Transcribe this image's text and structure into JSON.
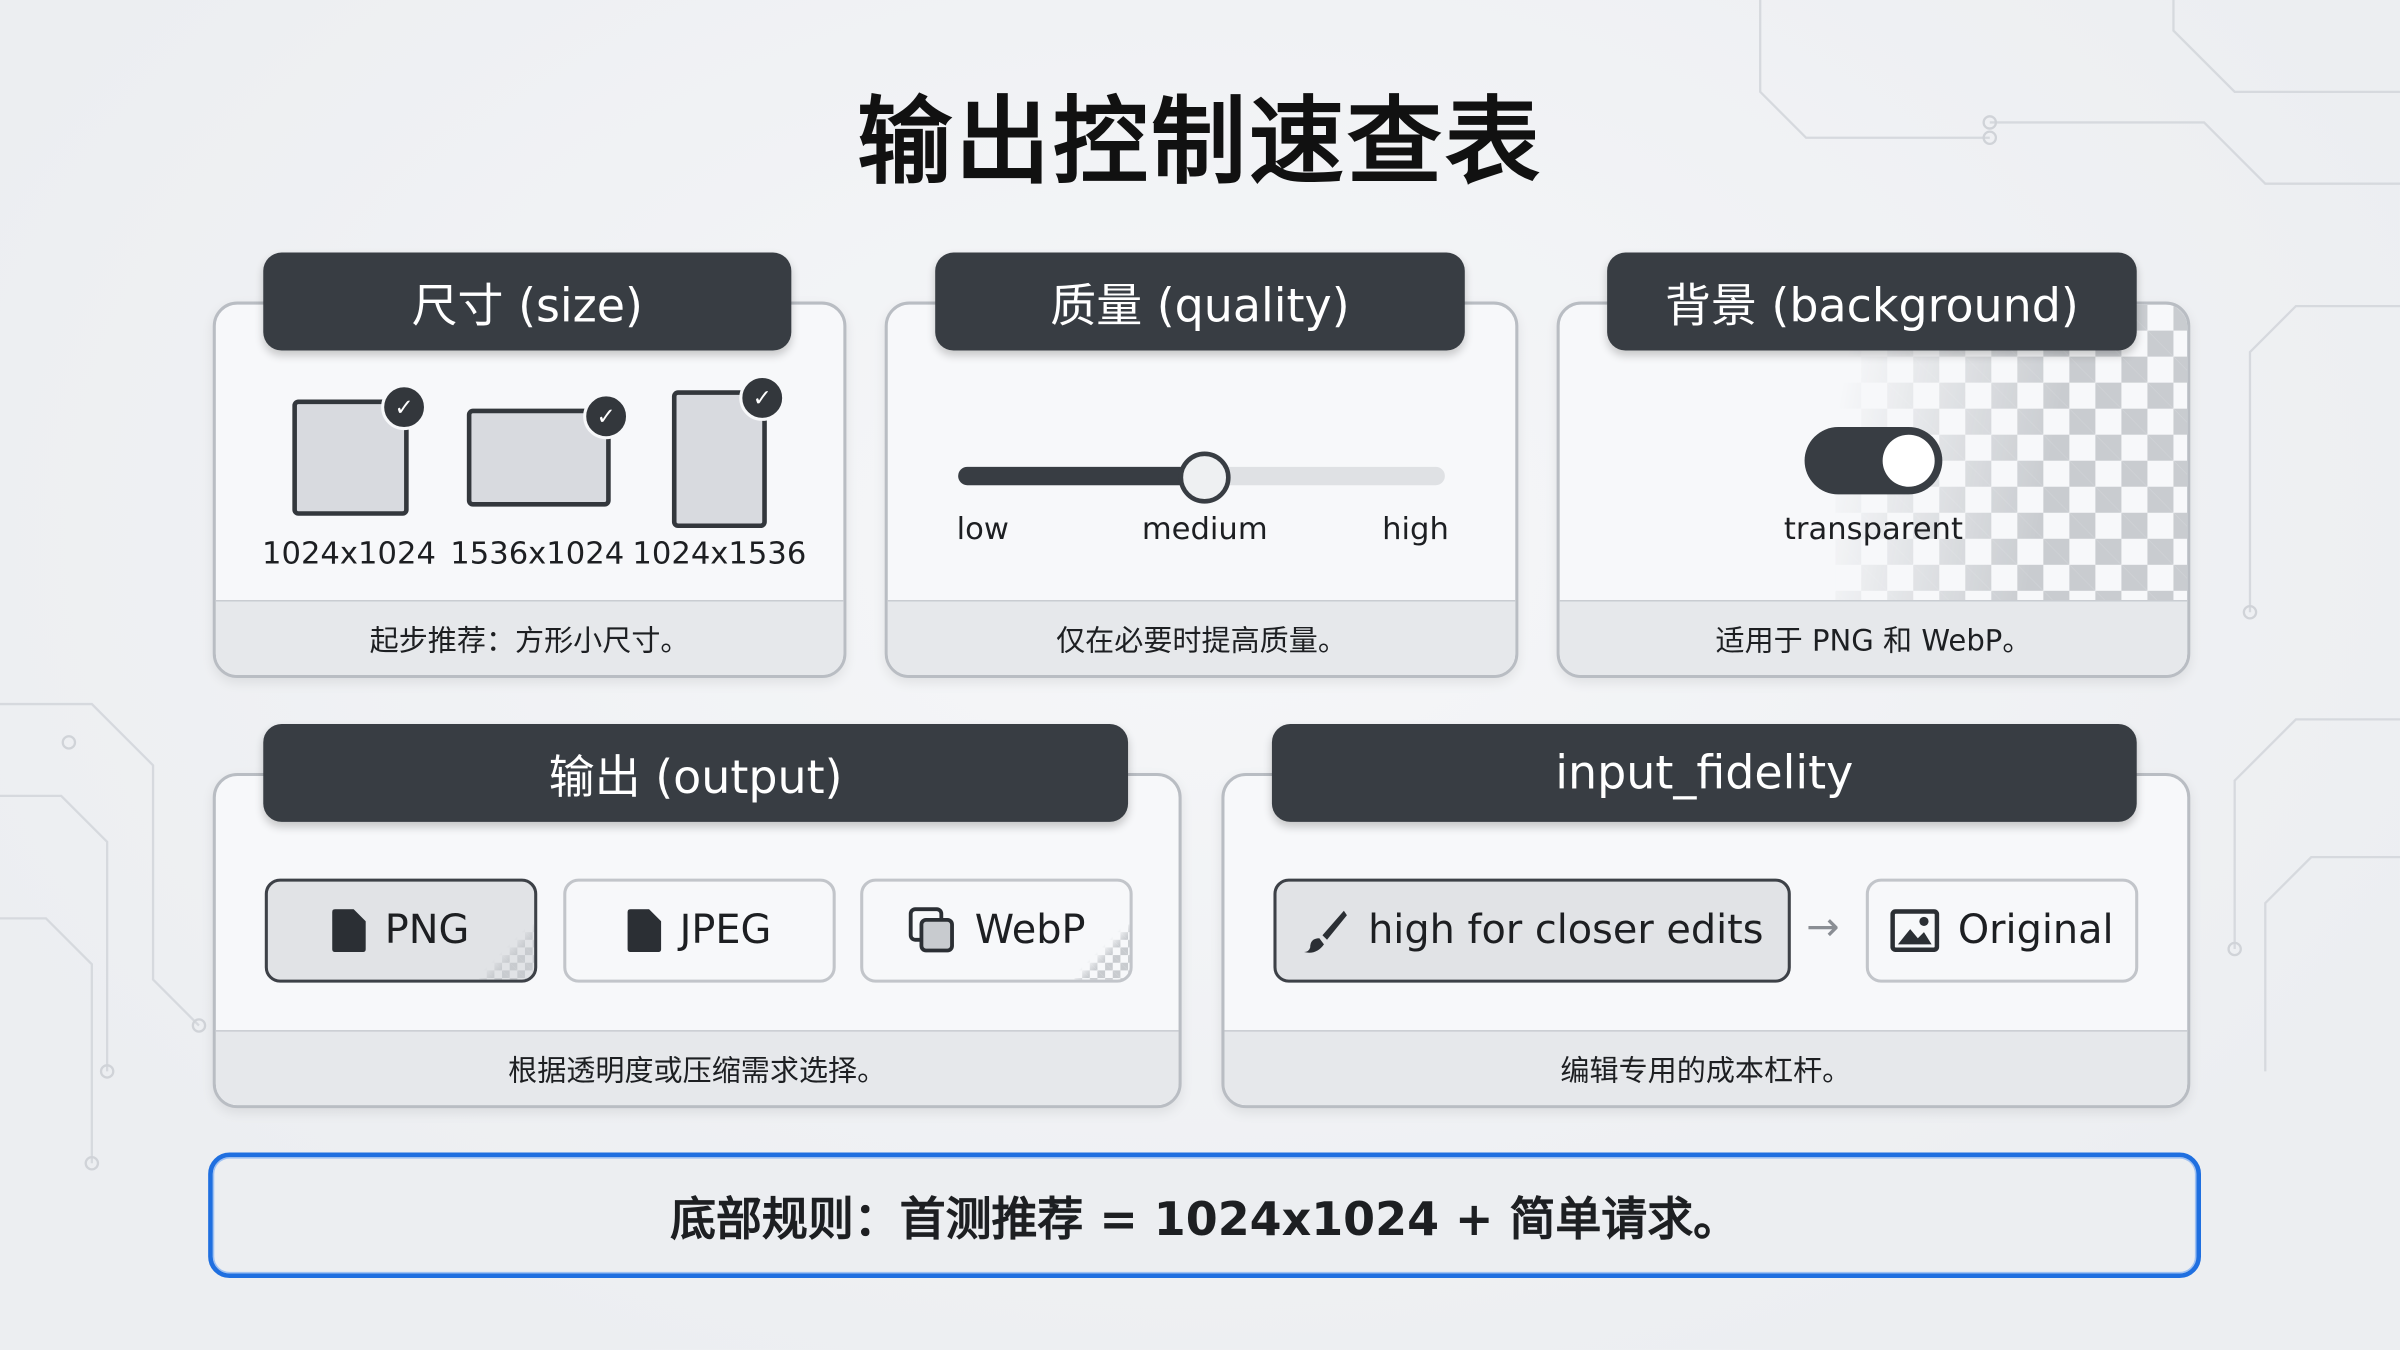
{
  "title": "输出控制速查表",
  "size": {
    "header": "尺寸 (size)",
    "options": [
      "1024x1024",
      "1536x1024",
      "1024x1536"
    ],
    "icon": "check-icon",
    "footer": "起步推荐：方形小尺寸。"
  },
  "quality": {
    "header": "质量 (quality)",
    "labels": [
      "low",
      "medium",
      "high"
    ],
    "value": "medium",
    "slider_fraction": 0.5,
    "footer": "仅在必要时提高质量。"
  },
  "background": {
    "header": "背景 (background)",
    "toggle_on": true,
    "toggle_label": "transparent",
    "footer": "适用于 PNG 和 WebP。"
  },
  "output": {
    "header": "输出 (output)",
    "formats": [
      {
        "label": "PNG",
        "icon": "file-icon",
        "selected": true
      },
      {
        "label": "JPEG",
        "icon": "file-icon",
        "selected": false
      },
      {
        "label": "WebP",
        "icon": "layers-icon",
        "selected": false
      }
    ],
    "footer": "根据透明度或压缩需求选择。"
  },
  "input_fidelity": {
    "header": "input_fidelity",
    "high_label": "high for closer edits",
    "high_icon": "brush-icon",
    "arrow_icon": "arrow-right-icon",
    "original_label": "Original",
    "original_icon": "image-icon",
    "footer": "编辑专用的成本杠杆。"
  },
  "rule": "底部规则：首测推荐 = 1024x1024 + 简单请求。",
  "colors": {
    "accent": "#1f6fe0",
    "dark": "#383d43",
    "background": "#eef0f3"
  }
}
